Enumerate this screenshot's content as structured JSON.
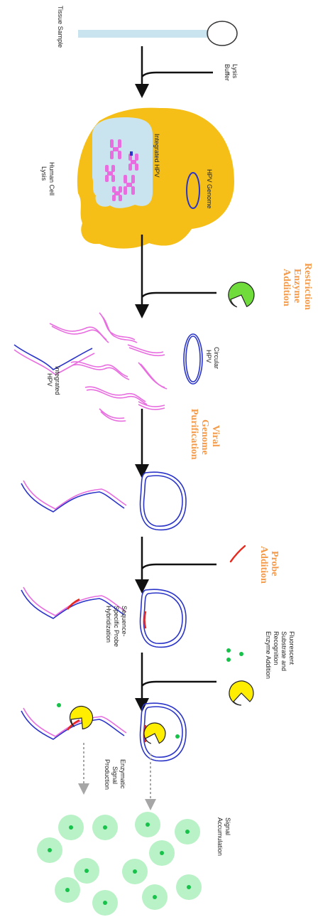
{
  "labels": {
    "tissue_sample": "Tissue Sample",
    "lysis_buffer": [
      "Lysis",
      "Buffer"
    ],
    "integrated_hpv_nucleus": "Integrated HPV",
    "human_cell_lysis": [
      "Human Cell",
      "Lysis"
    ],
    "hpv_genome": "HPV Genome",
    "circular_hpv": [
      "Circular",
      "HPV"
    ],
    "integrated_hpv": [
      "Integrated",
      "HPV"
    ],
    "sequence_specific": [
      "Sequence-",
      "Specific Probe",
      "Hybridization"
    ],
    "fluorescent_substrate": [
      "Fluorescent",
      "Substrate and",
      "Recognition",
      "Enzyme Addition"
    ],
    "enzymatic_signal": [
      "Enzymatic",
      "Signal",
      "Production"
    ],
    "signal_accumulation": [
      "Signal",
      "Accumulation"
    ]
  },
  "step_titles": {
    "restriction_enzyme": [
      "Restriction",
      "Enzyme",
      "Addition"
    ],
    "viral_genome_purification": [
      "Viral",
      "Genome",
      "Purification"
    ],
    "probe_addition": [
      "Probe",
      "Addition"
    ]
  },
  "colors": {
    "cell": "#f6bf18",
    "nucleus": "#c9e4ee",
    "chromosome": "#e86ee0",
    "dna_blue": "#2b35c8",
    "probe_red": "#e8281c",
    "enzyme_green": "#6fdc3c",
    "enzyme_yellow": "#ffee00",
    "glow": "#b9f2c6",
    "dot": "#16c24a",
    "step_title": "#f29a4a",
    "arrow_grey": "#a6a6a6"
  }
}
